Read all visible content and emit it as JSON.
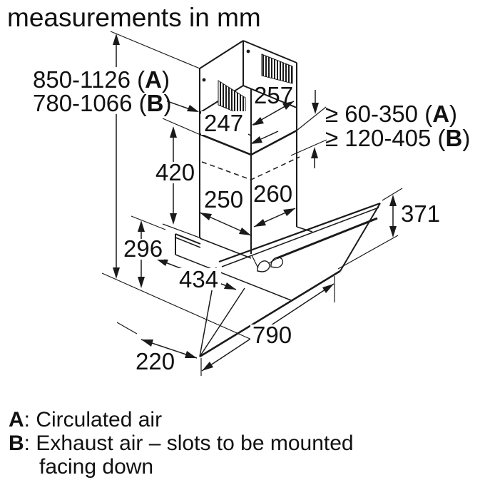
{
  "title": "measurements in mm",
  "dimensions": {
    "total_height_a": {
      "pre": "850-1126 (",
      "letter": "A",
      "post": ")"
    },
    "total_height_b": {
      "pre": "780-1066 (",
      "letter": "B",
      "post": ")"
    },
    "wall_clearance_a": {
      "pre": "≥ 60-350 (",
      "letter": "A",
      "post": ")"
    },
    "wall_clearance_b": {
      "pre": "≥ 120-405 (",
      "letter": "B",
      "post": ")"
    },
    "upper_duct_depth": "247",
    "upper_duct_width": "257",
    "lower_duct_height": "420",
    "lower_duct_depth": "250",
    "lower_duct_width": "260",
    "canopy_back_height": "296",
    "canopy_depth": "434",
    "glass_front_height": "371",
    "hood_width": "790",
    "bottom_depth": "220"
  },
  "legend": {
    "a_letter": "A",
    "a_text": ": Circulated air",
    "b_letter": "B",
    "b_text": ": Exhaust air – slots to be mounted",
    "b_text_wrap": "facing down"
  },
  "colors": {
    "line": "#1a1a1a",
    "background": "#ffffff"
  }
}
